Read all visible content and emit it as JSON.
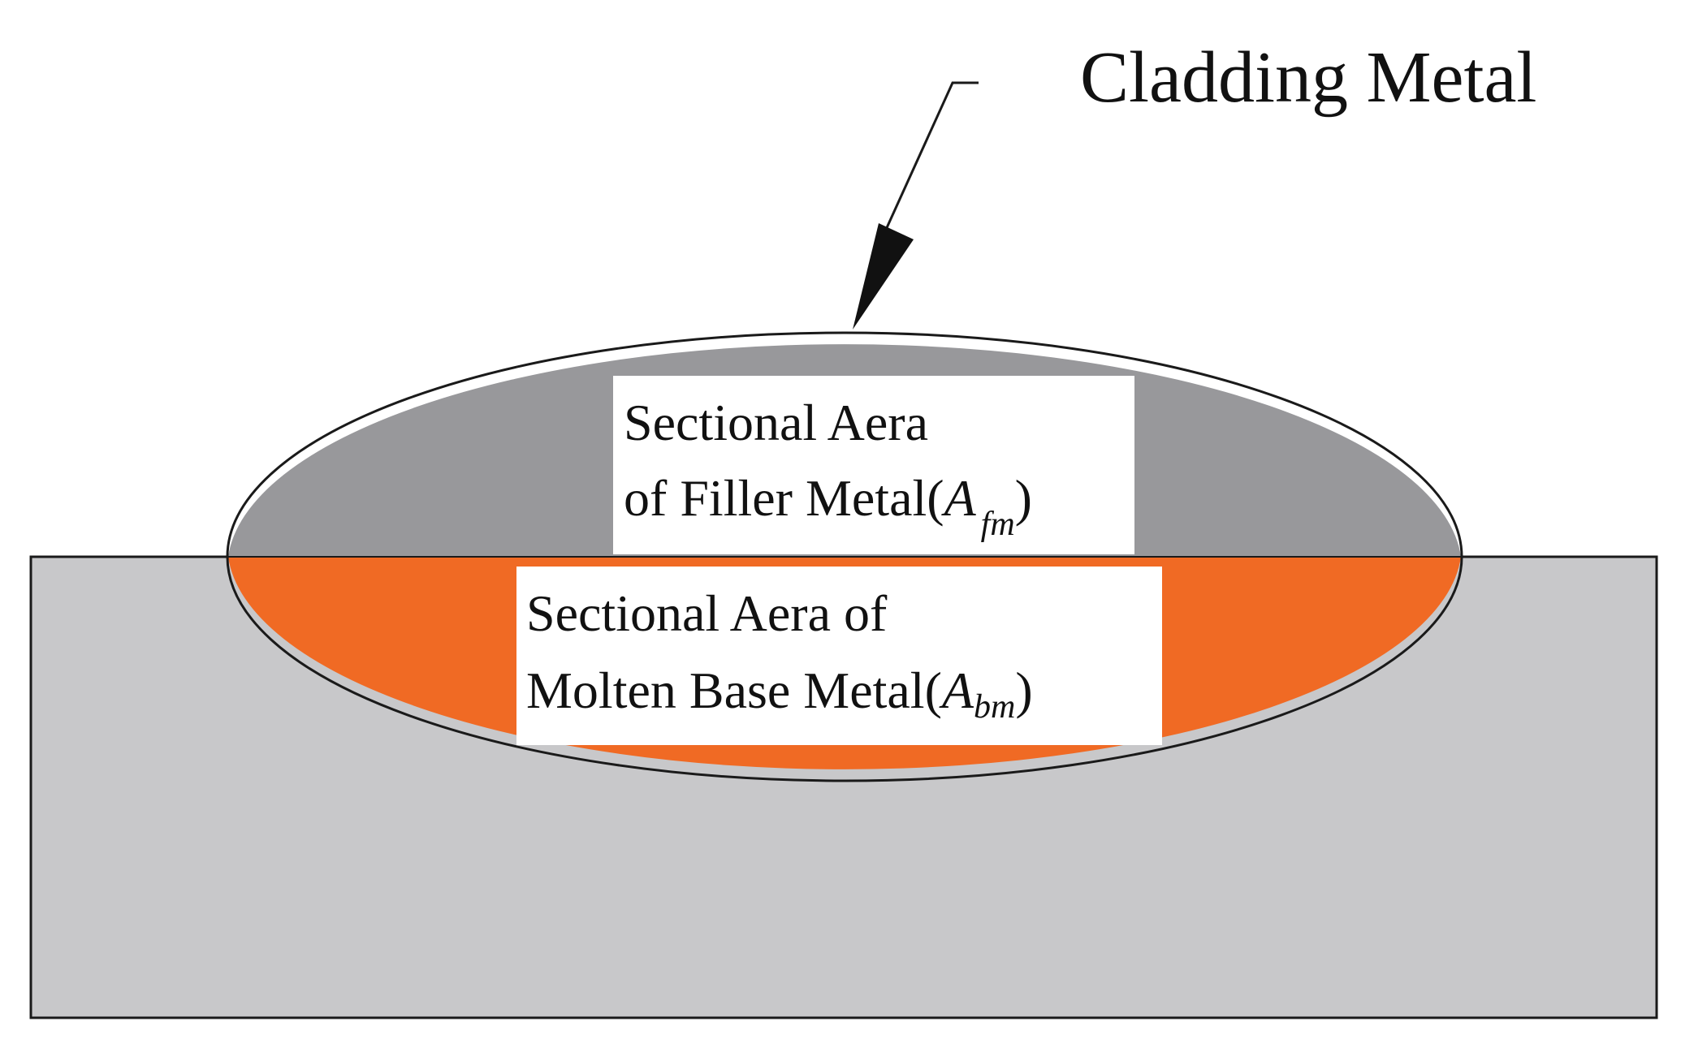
{
  "callout": {
    "label": "Cladding Metal"
  },
  "filler_region": {
    "line1": "Sectional Aera",
    "line2_prefix": "of Filler Metal(",
    "symbol": "A",
    "subscript": "fm",
    "suffix": ")"
  },
  "base_region": {
    "line1": "Sectional Aera of",
    "line2_prefix": "Molten Base Metal(",
    "symbol": "A",
    "subscript": "bm",
    "suffix": ")"
  },
  "colors": {
    "filler_metal": "#98989B",
    "molten_base_metal": "#F06A24",
    "base_plate": "#C8C8CA",
    "outline": "#1A1A1A",
    "label_box": "#FFFFFF"
  }
}
